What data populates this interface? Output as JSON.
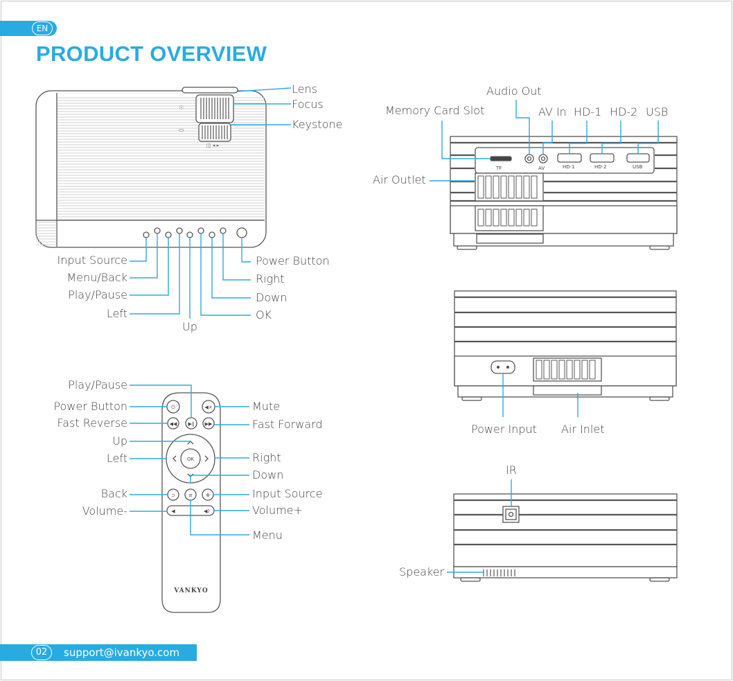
{
  "header": {
    "language_badge": "EN",
    "title": "PRODUCT OVERVIEW"
  },
  "footer": {
    "page_number": "02",
    "email": "support@ivankyo.com"
  },
  "top_view": {
    "labels": [
      "Lens",
      "Focus",
      "Keystone",
      "Input Source",
      "Menu/Back",
      "Play/Pause",
      "Left",
      "Up",
      "OK",
      "Down",
      "Right",
      "Power Button"
    ]
  },
  "rear_view": {
    "labels": [
      "Audio Out",
      "Memory Card Slot",
      "AV In",
      "HD-1",
      "HD-2",
      "USB",
      "Air Outlet"
    ],
    "port_markings": [
      "TF",
      "AV",
      "HD-1",
      "HD-2",
      "USB"
    ]
  },
  "side_view": {
    "labels": [
      "Power Input",
      "Air Inlet"
    ]
  },
  "front_view": {
    "labels": [
      "IR",
      "Speaker"
    ]
  },
  "remote": {
    "labels": [
      "Play/Pause",
      "Power Button",
      "Mute",
      "Fast Reverse",
      "Fast Forward",
      "Up",
      "Left",
      "Right",
      "Down",
      "Back",
      "Input Source",
      "Volume-",
      "Volume+",
      "Menu"
    ],
    "ok_label": "OK",
    "brand": "VANKYO"
  },
  "colors": {
    "accent": "#29abe2",
    "line": "#29abe2",
    "outline": "#555555"
  }
}
